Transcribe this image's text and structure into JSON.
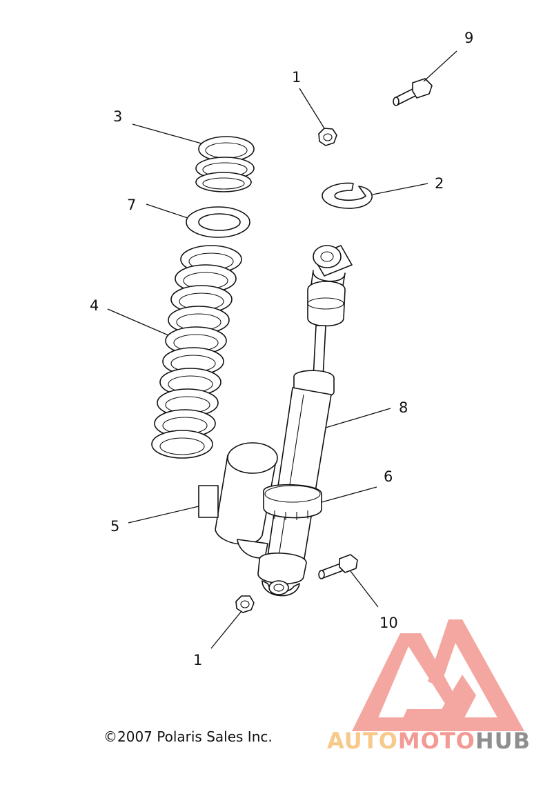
{
  "callouts": {
    "c1_top": "1",
    "c1_bottom": "1",
    "c2": "2",
    "c3": "3",
    "c4": "4",
    "c5": "5",
    "c6": "6",
    "c7": "7",
    "c8": "8",
    "c9": "9",
    "c10": "10"
  },
  "footer": {
    "copyright": "©2007 Polaris Sales Inc."
  },
  "watermark": {
    "auto": "AUTO",
    "moto": "MOTO",
    "hub": "HUB",
    "colors": {
      "triangle": "#f4a09a",
      "auto": "#f7c98a",
      "moto": "#f29a93",
      "hub": "#8f8f8f"
    }
  }
}
